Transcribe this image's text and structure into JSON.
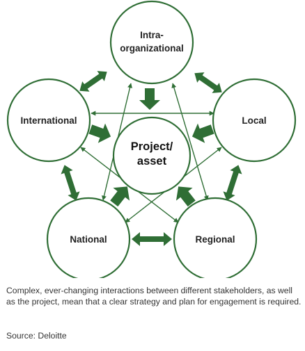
{
  "diagram": {
    "center": {
      "line1": "Project/",
      "line2": "asset"
    },
    "nodes": {
      "intra": {
        "line1": "Intra-",
        "line2": "organizational"
      },
      "international": {
        "label": "International"
      },
      "local": {
        "label": "Local"
      },
      "national": {
        "label": "National"
      },
      "regional": {
        "label": "Regional"
      }
    }
  },
  "caption": "Complex, ever-changing interactions between different stakeholders, as well as the project, mean that a clear strategy and plan for engagement is required.",
  "source": "Source: Deloitte",
  "colors": {
    "arrow": "#2f6e35",
    "stroke": "#2f6e35",
    "text": "#222222"
  }
}
